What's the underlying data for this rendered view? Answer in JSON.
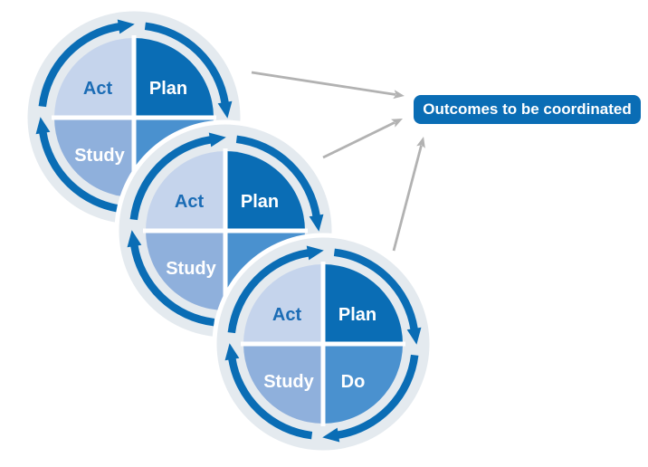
{
  "diagram": {
    "outcome_box": {
      "label": "Outcomes to be coordinated"
    },
    "cycles": [
      {
        "id": "cycle-1",
        "labels": {
          "act": "Act",
          "plan": "Plan",
          "study": "Study"
        }
      },
      {
        "id": "cycle-2",
        "labels": {
          "act": "Act",
          "plan": "Plan",
          "study": "Study"
        }
      },
      {
        "id": "cycle-3",
        "labels": {
          "act": "Act",
          "plan": "Plan",
          "study": "Study",
          "do": "Do"
        }
      }
    ],
    "connector_count": 3,
    "colors": {
      "dark_blue": "#0a6db5",
      "act_fill": "#c5d4ec",
      "study_fill": "#8fb0dc",
      "do_fill": "#4a91cf",
      "ring_background": "#e4eaef",
      "act_text": "#1b6cb5",
      "label_white": "#ffffff",
      "connector_gray": "#b2b2b2",
      "outcome_box_bg": "#0a6db5",
      "outcome_box_text": "#ffffff"
    }
  }
}
